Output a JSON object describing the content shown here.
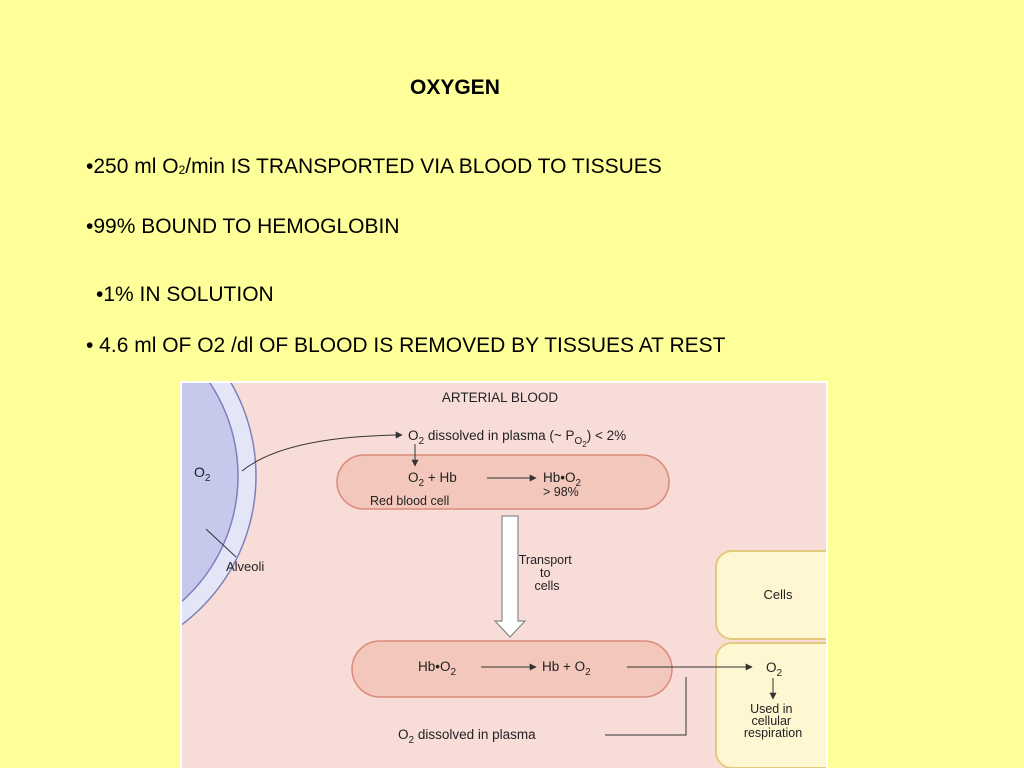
{
  "slide": {
    "title": "OXYGEN",
    "bullets": [
      {
        "prefix": "•250 ml O",
        "sub": "2",
        "suffix": "/min IS TRANSPORTED VIA BLOOD TO TISSUES"
      },
      {
        "text": "•99% BOUND TO HEMOGLOBIN"
      },
      {
        "text": "•1% IN SOLUTION"
      },
      {
        "text": "• 4.6 ml OF O2 /dl OF BLOOD  IS REMOVED BY TISSUES AT REST"
      }
    ]
  },
  "figure": {
    "header": "ARTERIAL BLOOD",
    "alveoli_gas": {
      "main": "O",
      "sub": "2"
    },
    "alveoli_label": "Alveoli",
    "dissolved_top": {
      "a": "O",
      "a_sub": "2",
      "b": " dissolved in plasma (~ P",
      "b_sub": "O",
      "b_sub2": "2",
      "c": ")  < 2%"
    },
    "rbc_top": {
      "left": {
        "a": "O",
        "a_sub": "2",
        "b": " + Hb"
      },
      "right": {
        "a": "Hb•O",
        "a_sub": "2"
      },
      "pct": "> 98%",
      "label": "Red blood cell"
    },
    "transport": [
      "Transport",
      "to",
      "cells"
    ],
    "cells_label": "Cells",
    "rbc_bottom": {
      "left": {
        "a": "Hb•O",
        "a_sub": "2"
      },
      "right": {
        "a": "Hb + O",
        "a_sub": "2"
      }
    },
    "cell_o2": {
      "a": "O",
      "a_sub": "2"
    },
    "used": [
      "Used in",
      "cellular",
      "respiration"
    ],
    "dissolved_bottom": {
      "a": "O",
      "a_sub": "2",
      "b": " dissolved in plasma"
    },
    "colors": {
      "background_pink": "#f8dcd8",
      "rbc_fill": "#f3c7bb",
      "rbc_stroke": "#d98b7a",
      "cell_fill": "#fff6d2",
      "cell_stroke": "#e2c97d",
      "alveoli_fill": "#c6c9ec",
      "alveoli_ring": "#e4e5f6",
      "alveoli_stroke": "#7c80bb"
    }
  }
}
